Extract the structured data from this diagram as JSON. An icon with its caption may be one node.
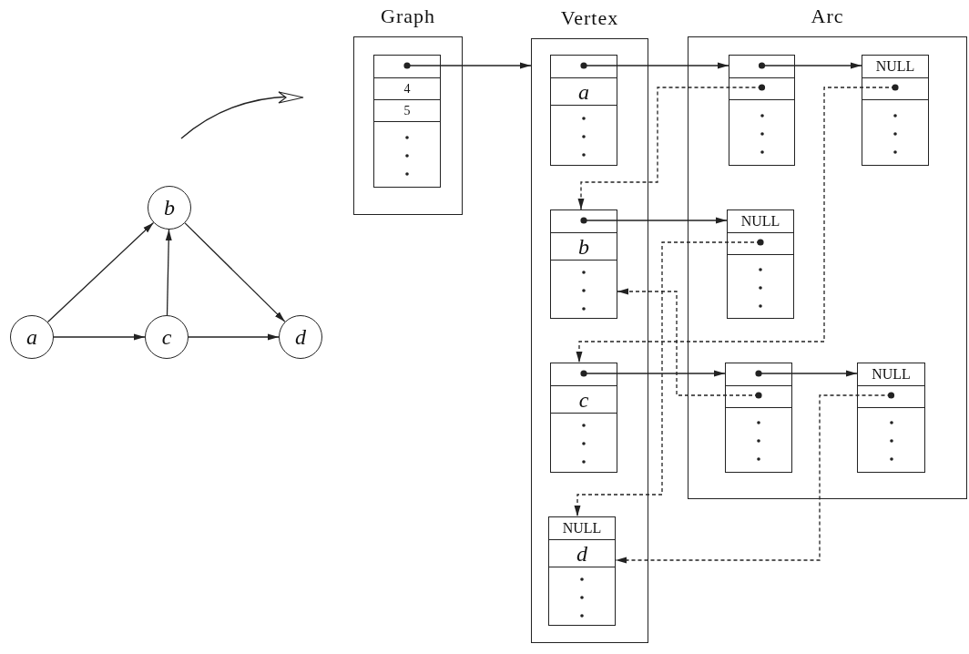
{
  "diagram": {
    "nodes": [
      {
        "text": [
          "a"
        ]
      },
      {
        "text": [
          "b"
        ]
      },
      {
        "text": [
          "c"
        ]
      },
      {
        "text": [
          "d"
        ]
      },
      {
        "text": [
          "Graph"
        ]
      },
      {
        "text": [
          "4",
          "5"
        ],
        "in": 4
      },
      {
        "text": [
          "Vertex"
        ]
      },
      {
        "text": [
          "a"
        ],
        "in": 6
      },
      {
        "text": [
          "b"
        ],
        "in": 6
      },
      {
        "text": [
          "c"
        ],
        "in": 6
      },
      {
        "text": [
          "NULL",
          "d"
        ],
        "in": 6
      },
      {
        "text": [
          "Arc"
        ]
      },
      {
        "text": [],
        "shape": "box",
        "in": 11
      },
      {
        "text": [
          "NULL"
        ],
        "in": 11
      },
      {
        "text": [
          "NULL"
        ],
        "in": 11
      },
      {
        "text": [],
        "shape": "box",
        "in": 11
      },
      {
        "text": [
          "NULL"
        ],
        "in": 11
      }
    ],
    "edges": [
      {
        "from": 0,
        "to": 1,
        "arrow": "to"
      },
      {
        "from": 0,
        "to": 2,
        "arrow": "to"
      },
      {
        "from": 2,
        "to": 1,
        "arrow": "to"
      },
      {
        "from": 1,
        "to": 3,
        "arrow": "to"
      },
      {
        "from": 2,
        "to": 3,
        "arrow": "to"
      },
      {
        "from": 5,
        "to": 6,
        "arrow": "to"
      },
      {
        "from": 7,
        "to": 12,
        "arrow": "to"
      },
      {
        "from": 12,
        "to": 13,
        "arrow": "to"
      },
      {
        "from": 8,
        "to": 14,
        "arrow": "to"
      },
      {
        "from": 9,
        "to": 15,
        "arrow": "to"
      },
      {
        "from": 15,
        "to": 16,
        "arrow": "to"
      },
      {
        "from": 12,
        "to": 8,
        "arrow": "to",
        "style": "dashed"
      },
      {
        "from": 13,
        "to": 9,
        "arrow": "to",
        "style": "dashed"
      },
      {
        "from": 14,
        "to": 10,
        "arrow": "to",
        "style": "dashed"
      },
      {
        "from": 15,
        "to": 8,
        "arrow": "to",
        "style": "dashed"
      },
      {
        "from": 16,
        "to": 10,
        "arrow": "to",
        "style": "dashed"
      }
    ]
  }
}
